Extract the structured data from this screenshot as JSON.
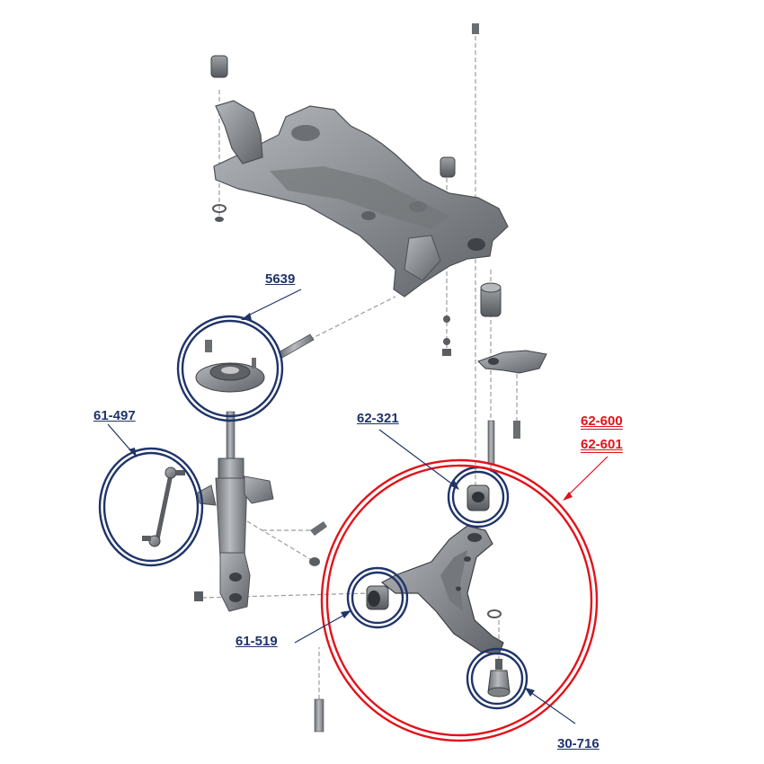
{
  "colors": {
    "callout_blue": "#1f3468",
    "callout_red": "#e2121a",
    "part_grey": "#8a8d91",
    "part_dark": "#5a5d61"
  },
  "parts": [
    {
      "id": "5639",
      "label": "5639",
      "color": "navy",
      "description": "strut top mount"
    },
    {
      "id": "61-497",
      "label": "61-497",
      "color": "navy",
      "description": "stabilizer link"
    },
    {
      "id": "62-321",
      "label": "62-321",
      "color": "navy",
      "description": "rear control arm bushing"
    },
    {
      "id": "62-600",
      "label": "62-600",
      "color": "red",
      "description": "control arm"
    },
    {
      "id": "62-601",
      "label": "62-601",
      "color": "red",
      "description": "control arm"
    },
    {
      "id": "61-519",
      "label": "61-519",
      "color": "navy",
      "description": "front control arm bushing"
    },
    {
      "id": "30-716",
      "label": "30-716",
      "color": "navy",
      "description": "ball joint"
    }
  ]
}
